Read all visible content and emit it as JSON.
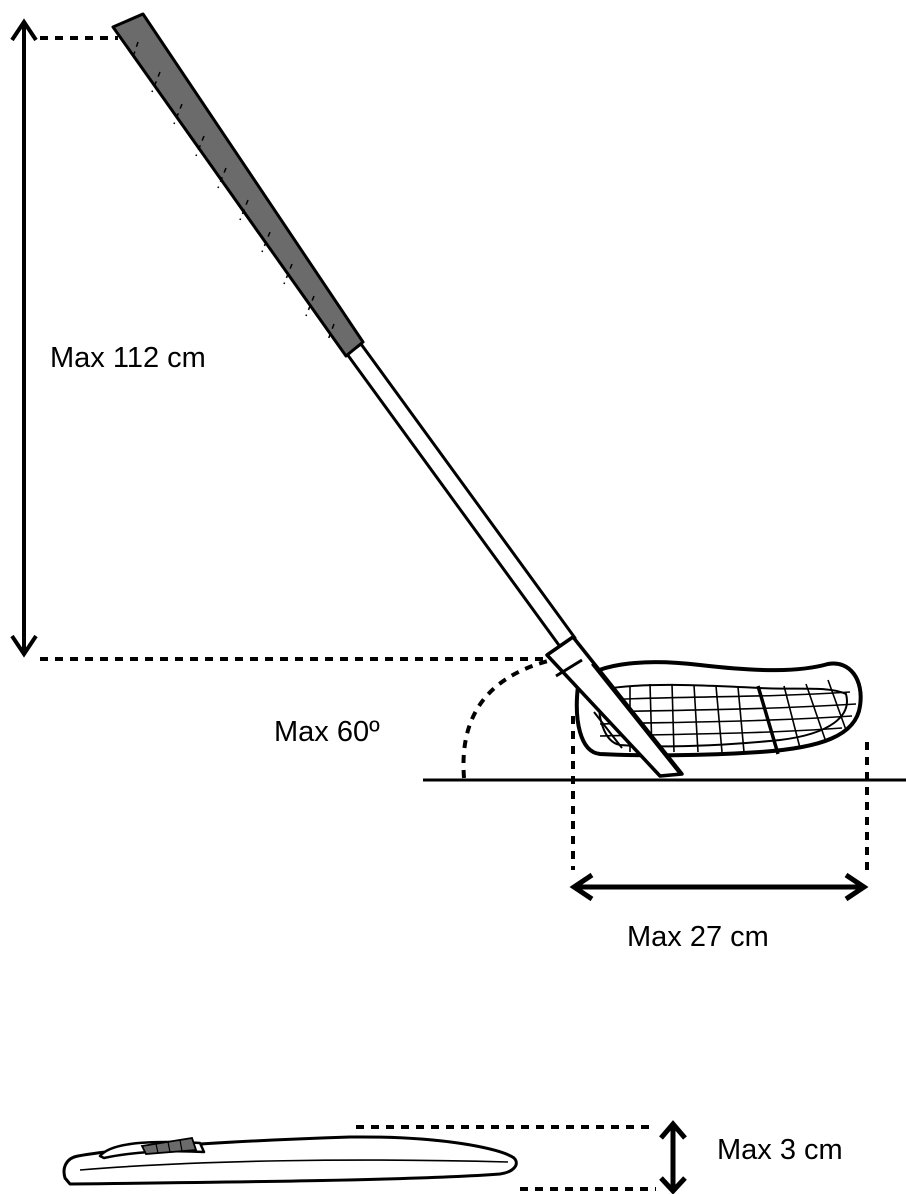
{
  "labels": {
    "length": "Max 112 cm",
    "angle": "Max 60º",
    "blade_width": "Max 27 cm",
    "blade_thickness": "Max 3 cm"
  },
  "colors": {
    "ink": "#000000",
    "grip": "#6b6b6b",
    "paper": "#ffffff"
  }
}
